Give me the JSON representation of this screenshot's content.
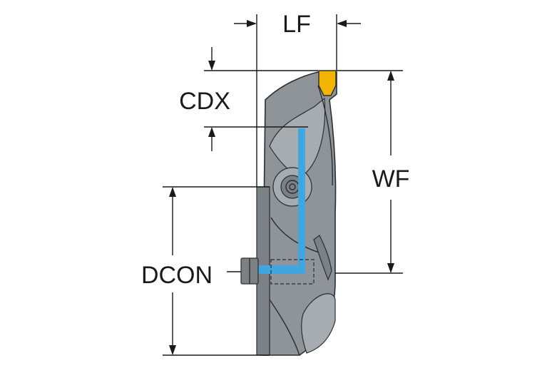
{
  "diagram": {
    "labels": {
      "lf": "LF",
      "cdx": "CDX",
      "wf": "WF",
      "dcon": "DCON"
    },
    "colors": {
      "body": "#8f9499",
      "insert": "#f2b400",
      "coolant_channel": "#3fa6df",
      "dimension_lines": "#1a1a1a"
    }
  }
}
